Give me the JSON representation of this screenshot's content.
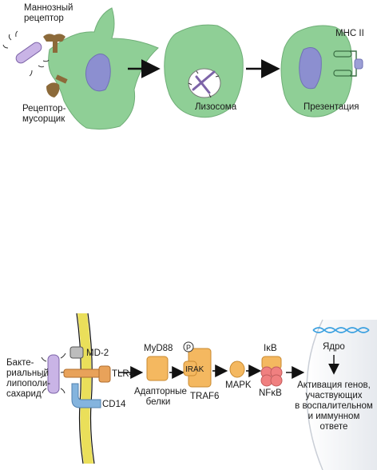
{
  "top_panel": {
    "mannose_receptor": [
      "Маннозный",
      "рецептор"
    ],
    "scavenger_receptor": [
      "Рецептор-",
      "мусорщик"
    ],
    "lysosome": "Лизосома",
    "mhc": "МНС II",
    "presentation": "Презентация"
  },
  "bottom_panel": {
    "lps": [
      "Бакте-",
      "риальный",
      "липополи-",
      "сахарид"
    ],
    "md2": "MD-2",
    "tlr4": "TLR4",
    "cd14": "CD14",
    "myd88": "MyD88",
    "phospho": "P",
    "irak": "IRAK",
    "traf6": "TRAF6",
    "adaptor": [
      "Адапторные",
      "белки"
    ],
    "mapk": "MAPK",
    "ikb": "IκB",
    "nfkb": "NFκB",
    "nucleus": "Ядро",
    "activation": [
      "Активация генов,",
      "участвующих",
      "в воспалительном",
      "и иммунном",
      "ответе"
    ]
  },
  "colors": {
    "cell": "#8fcf96",
    "nucleus": "#8c8fd0",
    "receptor": "#8c6a3a",
    "membrane": "#eadf5a",
    "tlr4": "#e8a25a",
    "cd14": "#84b4de",
    "adaptor": "#f4b860",
    "nfkb": "#f08080",
    "dna": "#3aa0e0"
  }
}
